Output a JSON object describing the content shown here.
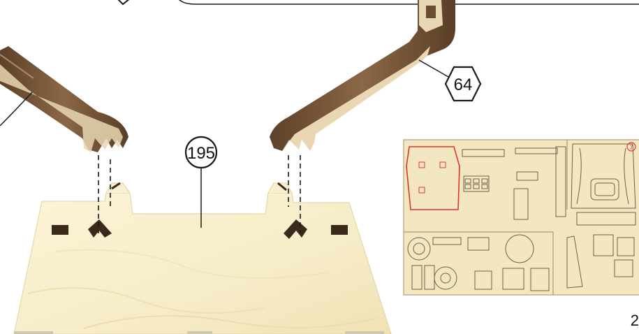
{
  "instruction_page": {
    "callouts": {
      "base_part": "195",
      "arm_part": "64"
    },
    "page_number": "2",
    "sheet_thumbnail": {
      "sheet_number": "7"
    },
    "colors": {
      "plywood_light": "#f6eecb",
      "plywood_edge": "#eadba9",
      "arm_top": "#7a5a3e",
      "arm_side": "#e9d9b5",
      "sheet_fill": "#f3e7c2",
      "sheet_marker": "#e0342a",
      "line": "#1a1a1a"
    }
  }
}
